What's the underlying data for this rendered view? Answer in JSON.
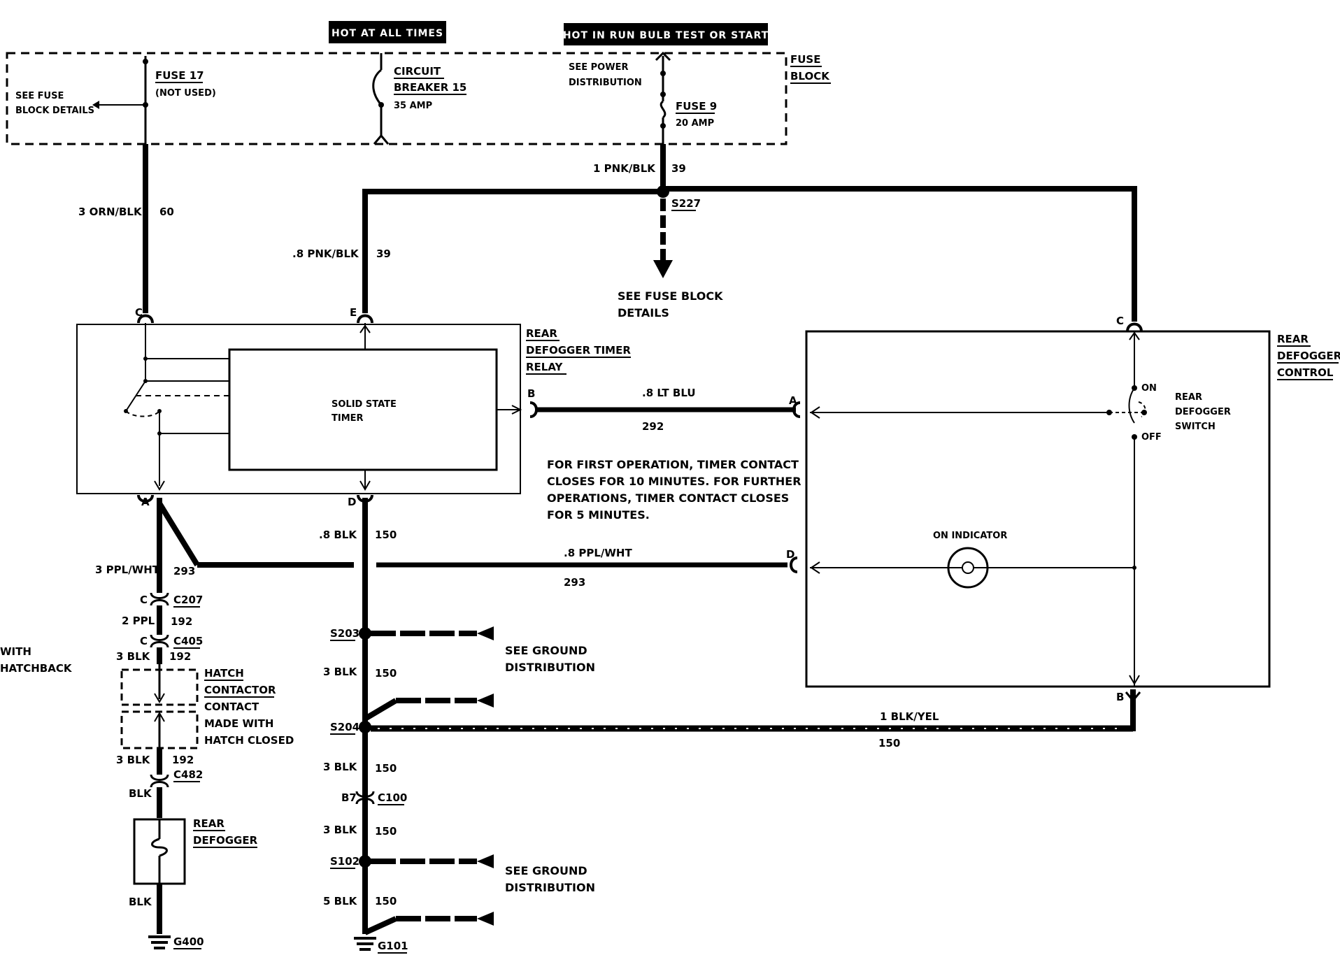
{
  "headers": {
    "hot_at_all_times": "HOT AT ALL TIMES",
    "hot_in_run": "HOT IN RUN BULB TEST OR START"
  },
  "fuse_block": {
    "title_line1": "FUSE",
    "title_line2": "BLOCK",
    "fuse17_name": "FUSE 17",
    "fuse17_note": "(NOT USED)",
    "see_fuse_line1": "SEE FUSE",
    "see_fuse_line2": "BLOCK DETAILS",
    "cb_line1": "CIRCUIT",
    "cb_line2": "BREAKER 15",
    "cb_rating": "35 AMP",
    "see_power_line1": "SEE POWER",
    "see_power_line2": "DISTRIBUTION",
    "fuse9_name": "FUSE 9",
    "fuse9_rating": "20 AMP"
  },
  "wires": {
    "w_1pnkblk": "1 PNK/BLK",
    "c39a": "39",
    "s227": "S227",
    "w_3ornblk": "3 ORN/BLK",
    "c60": "60",
    "w_8pnkblk": ".8 PNK/BLK",
    "c39b": "39",
    "see_fuse_block_details_line1": "SEE FUSE BLOCK",
    "see_fuse_block_details_line2": "DETAILS",
    "w_8ltblu": ".8 LT BLU",
    "c292": "292",
    "w_8blk": ".8 BLK",
    "c150a": "150",
    "w_3pplwht": "3 PPL/WHT",
    "c293a": "293",
    "w_8pplwht": ".8 PPL/WHT",
    "c293b": "293",
    "w_2ppl": "2 PPL",
    "c192a": "192",
    "w_3blk_a": "3 BLK",
    "c192b": "192",
    "w_3blk_b": "3 BLK",
    "c192c": "192",
    "w_blk_a": "BLK",
    "w_blk_b": "BLK",
    "w_3blk_c": "3 BLK",
    "c150b": "150",
    "w_1blkyel": "1 BLK/YEL",
    "c150c": "150",
    "w_3blk_d": "3 BLK",
    "c150d": "150",
    "w_3blk_e": "3 BLK",
    "c150e": "150",
    "w_5blk": "5 BLK",
    "c150f": "150"
  },
  "relay": {
    "title_line1": "REAR",
    "title_line2": "DEFOGGER TIMER",
    "title_line3": "RELAY",
    "timer_line1": "SOLID STATE",
    "timer_line2": "TIMER",
    "pin_c": "C",
    "pin_e": "E",
    "pin_b": "B",
    "pin_a": "A",
    "pin_d": "D"
  },
  "control": {
    "title_line1": "REAR",
    "title_line2": "DEFOGGER",
    "title_line3": "CONTROL",
    "switch_line1": "REAR",
    "switch_line2": "DEFOGGER",
    "switch_line3": "SWITCH",
    "on": "ON",
    "off": "OFF",
    "on_indicator": "ON INDICATOR",
    "pin_c": "C",
    "pin_a": "A",
    "pin_d": "D",
    "pin_b": "B"
  },
  "note": {
    "line1": "FOR FIRST OPERATION, TIMER CONTACT",
    "line2": "CLOSES FOR 10 MINUTES. FOR FURTHER",
    "line3": "OPERATIONS, TIMER CONTACT CLOSES",
    "line4": "FOR 5 MINUTES."
  },
  "connectors": {
    "c207_pin": "C",
    "c207": "C207",
    "c405_pin": "C",
    "c405": "C405",
    "c482": "C482",
    "c100_pin": "B7",
    "c100": "C100"
  },
  "hatch": {
    "with_line1": "WITH",
    "with_line2": "HATCHBACK",
    "title_line1": "HATCH",
    "title_line2": "CONTACTOR",
    "title_line3": "CONTACT",
    "made_line1": "MADE WITH",
    "made_line2": "HATCH CLOSED"
  },
  "defogger": {
    "title_line1": "REAR",
    "title_line2": "DEFOGGER"
  },
  "splices": {
    "s203": "S203",
    "s204": "S204",
    "s102": "S102"
  },
  "grounds": {
    "see_ground_1_line1": "SEE GROUND",
    "see_ground_1_line2": "DISTRIBUTION",
    "see_ground_2_line1": "SEE GROUND",
    "see_ground_2_line2": "DISTRIBUTION",
    "g400": "G400",
    "g101": "G101"
  }
}
